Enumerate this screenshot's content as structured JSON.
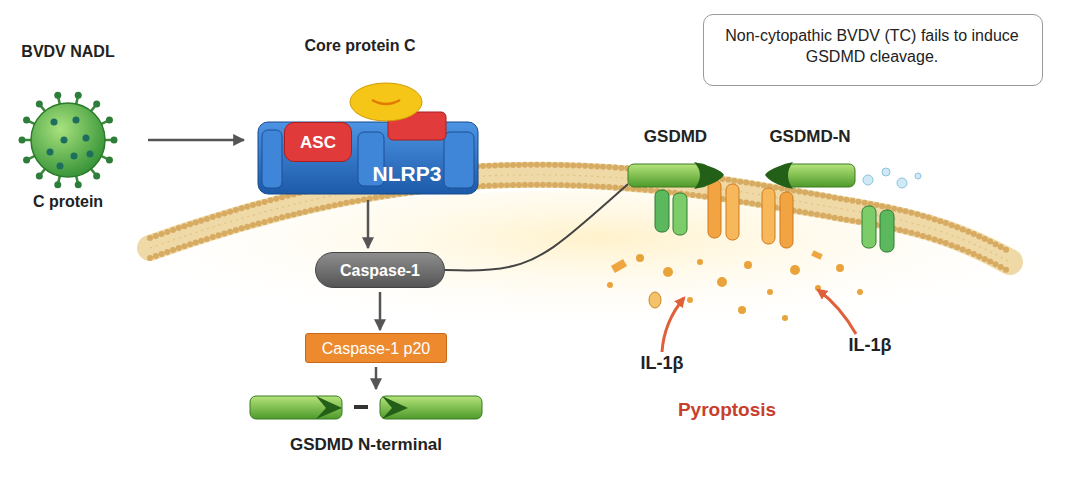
{
  "diagram": {
    "nodes": [
      {
        "text": [
          "BVDV NADL",
          "C protein"
        ]
      },
      {
        "text": [
          "Core protein C",
          "NLRP3"
        ]
      },
      {
        "text": [
          "ASC"
        ],
        "in": 1
      },
      {
        "text": [
          "Caspase-1"
        ]
      },
      {
        "text": [
          "Caspase-1 p20"
        ]
      },
      {
        "text": [
          "GSDMD N-terminal"
        ]
      },
      {
        "text": [
          "GSDMD"
        ]
      },
      {
        "text": [
          "GSDMD-N"
        ]
      },
      {
        "text": [
          "Non-cytopathic BVDV (TC) fails to induce GSDMD cleavage."
        ]
      }
    ],
    "edges": [
      {
        "from": 0,
        "to": 1,
        "arrow": "to"
      },
      {
        "from": 1,
        "to": 3,
        "arrow": "to"
      },
      {
        "from": 3,
        "to": 4,
        "arrow": "to"
      },
      {
        "from": 4,
        "to": 5,
        "arrow": "to"
      },
      {
        "from": 3,
        "to": 6,
        "arrow": "none"
      }
    ],
    "labels": [
      "IL-1β",
      "IL-1β",
      "Pyroptosis"
    ]
  }
}
